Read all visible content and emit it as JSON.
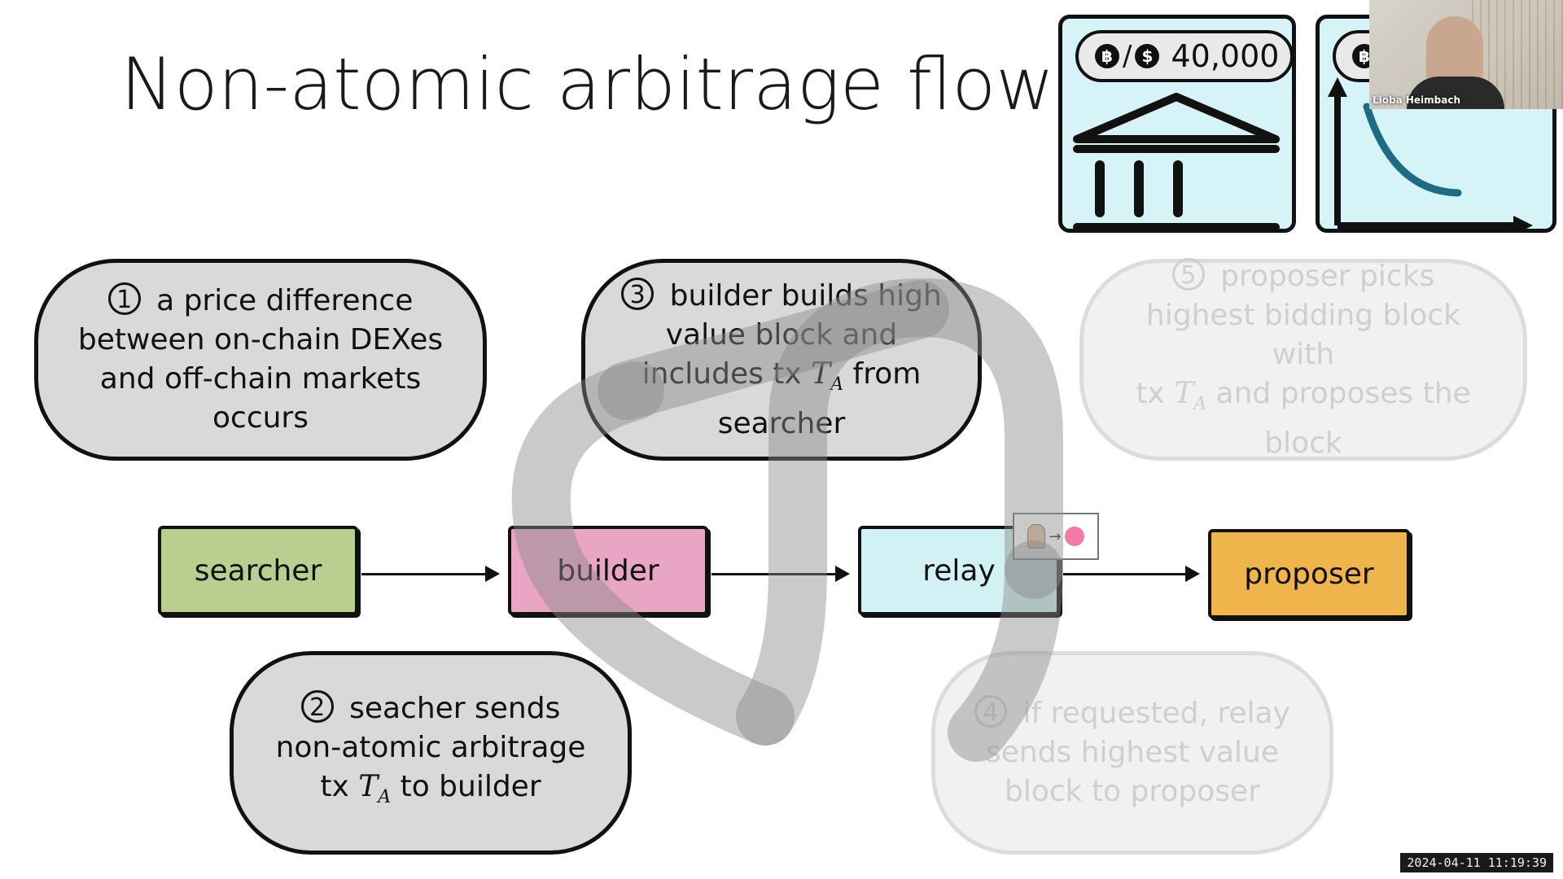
{
  "slide": {
    "title": "Non-atomic arbitrage flow"
  },
  "steps": [
    {
      "num": "1",
      "text_lines": [
        "a price difference",
        "between on-chain DEXes",
        "and off-chain markets",
        "occurs"
      ],
      "state": "active"
    },
    {
      "num": "2",
      "text_lines": [
        "seacher sends",
        "non-atomic arbitrage",
        "tx",
        "to builder"
      ],
      "state": "active"
    },
    {
      "num": "3",
      "text_lines": [
        "builder builds high",
        "value block and",
        "includes tx",
        "from",
        "searcher"
      ],
      "state": "active"
    },
    {
      "num": "4",
      "text_lines": [
        "if requested, relay",
        "sends highest value",
        "block to proposer"
      ],
      "state": "faded"
    },
    {
      "num": "5",
      "text_lines": [
        "proposer picks",
        "highest bidding block with",
        "tx",
        "and proposes the",
        "block"
      ],
      "state": "faded"
    }
  ],
  "tx_symbol": {
    "base": "T",
    "sub": "A"
  },
  "actors": [
    {
      "label": "searcher",
      "color": "#b9cf8f"
    },
    {
      "label": "builder",
      "color": "#e8a5c4"
    },
    {
      "label": "relay",
      "color": "#d2f1f5"
    },
    {
      "label": "proposer",
      "color": "#f0b44c"
    }
  ],
  "price_card": {
    "price_text": "40,000",
    "coin_a": "฿",
    "coin_b": "$",
    "bank_icon": "bank-icon",
    "curve_icon": "price-curve-icon"
  },
  "webcam": {
    "speaker_name": "Lioba Heimbach"
  },
  "recording": {
    "timestamp": "2024-04-11 11:19:39"
  },
  "colors": {
    "bubble_active": "#d9d9d9",
    "bubble_faded": "#f1f1f1",
    "card_bg": "#d6f4f8",
    "curve": "#1c6c86"
  }
}
